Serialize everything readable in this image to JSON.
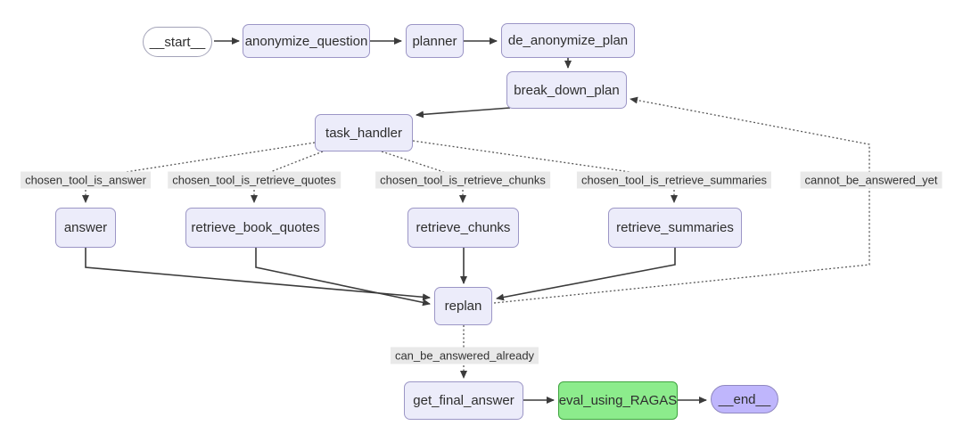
{
  "diagram": {
    "type": "flowchart",
    "colors": {
      "node_fill": "#ececfa",
      "node_border": "#9c96c6",
      "start_fill": "#ffffff",
      "start_border": "#a3a3b8",
      "end_fill": "#bfb6fc",
      "end_border": "#9088c0",
      "eval_fill": "#8cec8c",
      "eval_border": "#3fa33f",
      "label_bg": "#e9e9e9",
      "edge_solid": "#3b3b3b",
      "edge_dotted": "#585858",
      "text": "#2e2e2e"
    },
    "nodes": {
      "start": "__start__",
      "anonymize_question": "anonymize_question",
      "planner": "planner",
      "de_anonymize_plan": "de_anonymize_plan",
      "break_down_plan": "break_down_plan",
      "task_handler": "task_handler",
      "answer": "answer",
      "retrieve_book_quotes": "retrieve_book_quotes",
      "retrieve_chunks": "retrieve_chunks",
      "retrieve_summaries": "retrieve_summaries",
      "replan": "replan",
      "get_final_answer": "get_final_answer",
      "eval_using_ragas": "eval_using_RAGAS",
      "end": "__end__"
    },
    "edge_labels": {
      "chosen_tool_is_answer": "chosen_tool_is_answer",
      "chosen_tool_is_retrieve_quotes": "chosen_tool_is_retrieve_quotes",
      "chosen_tool_is_retrieve_chunks": "chosen_tool_is_retrieve_chunks",
      "chosen_tool_is_retrieve_summaries": "chosen_tool_is_retrieve_summaries",
      "cannot_be_answered_yet": "cannot_be_answered_yet",
      "can_be_answered_already": "can_be_answered_already"
    },
    "edges": [
      {
        "from": "__start__",
        "to": "anonymize_question",
        "style": "solid"
      },
      {
        "from": "anonymize_question",
        "to": "planner",
        "style": "solid"
      },
      {
        "from": "planner",
        "to": "de_anonymize_plan",
        "style": "solid"
      },
      {
        "from": "de_anonymize_plan",
        "to": "break_down_plan",
        "style": "solid"
      },
      {
        "from": "break_down_plan",
        "to": "task_handler",
        "style": "solid"
      },
      {
        "from": "task_handler",
        "to": "answer",
        "style": "dotted",
        "label": "chosen_tool_is_answer"
      },
      {
        "from": "task_handler",
        "to": "retrieve_book_quotes",
        "style": "dotted",
        "label": "chosen_tool_is_retrieve_quotes"
      },
      {
        "from": "task_handler",
        "to": "retrieve_chunks",
        "style": "dotted",
        "label": "chosen_tool_is_retrieve_chunks"
      },
      {
        "from": "task_handler",
        "to": "retrieve_summaries",
        "style": "dotted",
        "label": "chosen_tool_is_retrieve_summaries"
      },
      {
        "from": "answer",
        "to": "replan",
        "style": "solid"
      },
      {
        "from": "retrieve_book_quotes",
        "to": "replan",
        "style": "solid"
      },
      {
        "from": "retrieve_chunks",
        "to": "replan",
        "style": "solid"
      },
      {
        "from": "retrieve_summaries",
        "to": "replan",
        "style": "solid"
      },
      {
        "from": "replan",
        "to": "break_down_plan",
        "style": "dotted",
        "label": "cannot_be_answered_yet"
      },
      {
        "from": "replan",
        "to": "get_final_answer",
        "style": "dotted",
        "label": "can_be_answered_already"
      },
      {
        "from": "get_final_answer",
        "to": "eval_using_RAGAS",
        "style": "solid"
      },
      {
        "from": "eval_using_RAGAS",
        "to": "__end__",
        "style": "solid"
      }
    ]
  }
}
